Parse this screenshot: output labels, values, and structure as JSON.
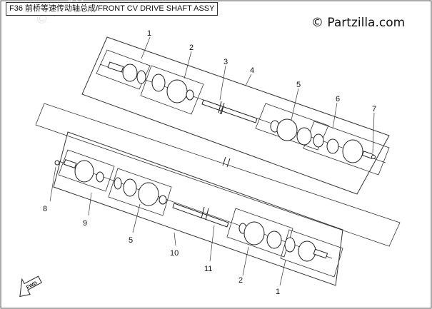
{
  "title": "F36 前桥等速传动轴总成/FRONT CV DRIVE SHAFT ASSY",
  "copyright": "© Partzilla.com",
  "watermark": "© Partzilla.com",
  "fwd_label": "FWD",
  "callouts": [
    "1",
    "2",
    "3",
    "4",
    "5",
    "6",
    "7",
    "8",
    "9",
    "5",
    "10",
    "11",
    "2",
    "1"
  ]
}
